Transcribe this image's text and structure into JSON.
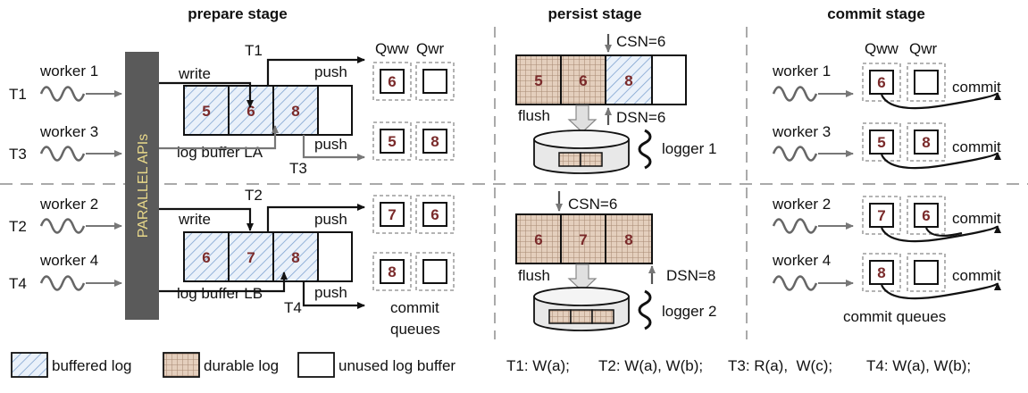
{
  "stage_titles": [
    "prepare stage",
    "persist stage",
    "commit stage"
  ],
  "queue_headers": {
    "ww": "Qww",
    "wr": "Qwr"
  },
  "prepare": {
    "groups": [
      {
        "workers": [
          {
            "name": "worker 1",
            "txn": "T1"
          },
          {
            "name": "worker 3",
            "txn": "T3"
          }
        ],
        "buffer": {
          "label": "log buffer LA",
          "cells": [
            "5",
            "6",
            "8",
            ""
          ]
        },
        "write_label": "write",
        "arrow_txn_top": "T1",
        "arrow_txn_bottom": "T3",
        "push_label": "push",
        "queues": [
          [
            "6",
            ""
          ],
          [
            "5",
            "8"
          ]
        ]
      },
      {
        "workers": [
          {
            "name": "worker 2",
            "txn": "T2"
          },
          {
            "name": "worker 4",
            "txn": "T4"
          }
        ],
        "buffer": {
          "label": "log buffer LB",
          "cells": [
            "6",
            "7",
            "8",
            ""
          ]
        },
        "write_label": "write",
        "arrow_txn_top": "T2",
        "arrow_txn_bottom": "T4",
        "push_label": "push",
        "queues": [
          [
            "7",
            "6"
          ],
          [
            "8",
            ""
          ]
        ],
        "queues_caption": [
          "commit",
          "queues"
        ]
      }
    ],
    "api_label": "PARALLEL APIs"
  },
  "persist": {
    "groups": [
      {
        "csn": "CSN=6",
        "dsn": "DSN=6",
        "flush": "flush",
        "logger": "logger 1",
        "cells": [
          "5",
          "6",
          "8",
          ""
        ],
        "cell_kinds": [
          "durable",
          "durable",
          "buffered",
          "unused"
        ]
      },
      {
        "csn": "CSN=6",
        "dsn": "DSN=8",
        "flush": "flush",
        "logger": "logger 2",
        "cells": [
          "6",
          "7",
          "8"
        ],
        "cell_kinds": [
          "durable",
          "durable",
          "durable"
        ]
      }
    ]
  },
  "commit": {
    "rows": [
      {
        "worker": "worker 1",
        "queue": [
          "6",
          ""
        ],
        "label": "commit"
      },
      {
        "worker": "worker 3",
        "queue": [
          "5",
          "8"
        ],
        "label": "commit"
      },
      {
        "worker": "worker 2",
        "queue": [
          "7",
          "6"
        ],
        "label": "commit"
      },
      {
        "worker": "worker 4",
        "queue": [
          "8",
          ""
        ],
        "label": "commit"
      }
    ],
    "caption": "commit queues"
  },
  "legend": {
    "buffered": "buffered log",
    "durable": "durable log",
    "unused": "unused log buffer",
    "transactions": [
      "T1: W(a);",
      "T2: W(a), W(b);",
      "T3: R(a),  W(c);",
      "T4: W(a), W(b);"
    ]
  },
  "colors": {
    "number": "#7a2a2a",
    "api_bar": "#5a5a5a",
    "api_text": "#e8d88a",
    "divider": "#aaaaaa",
    "gray_arrow": "#777777"
  }
}
